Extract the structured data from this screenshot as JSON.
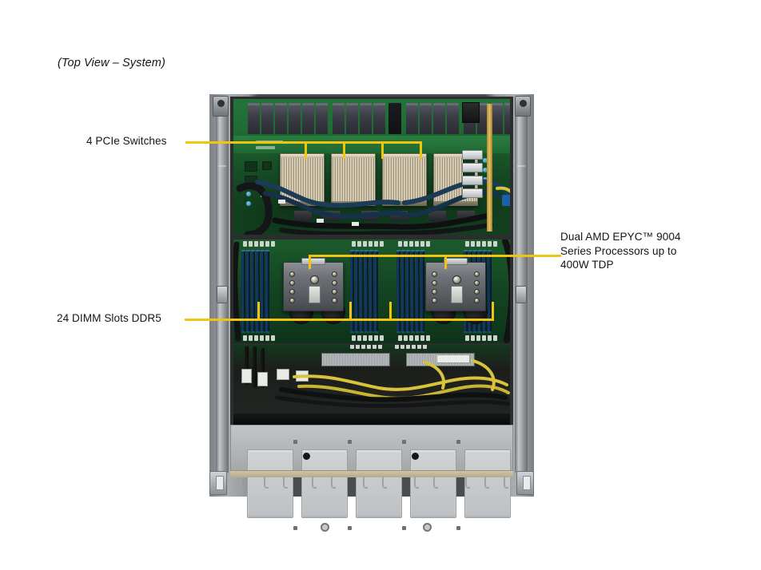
{
  "page": {
    "title": "(Top View – System)",
    "background_color": "#ffffff",
    "text_color": "#161616",
    "leader_color": "#f1c40f"
  },
  "callouts": [
    {
      "id": "pcie-switches",
      "label": "4 PCIe Switches",
      "side": "left",
      "target": "pcie-switch-heatsinks",
      "tick_count": 4
    },
    {
      "id": "dimm-slots",
      "label": "24 DIMM Slots DDR5",
      "side": "left",
      "target": "dimm-banks",
      "tick_count": 4
    },
    {
      "id": "cpu-processors",
      "label_lines": [
        "Dual AMD EPYC™ 9004",
        "Series Processors up to",
        "400W TDP"
      ],
      "side": "right",
      "target": "cpu-heatsinks",
      "tick_count": 2
    }
  ],
  "system": {
    "name": "2U rackmount server chassis — top view, cover removed",
    "chassis_color": "#8e9194",
    "zones": [
      {
        "id": "pcie-board-zone",
        "name": "PCIe switch board",
        "pcb_color": "#1d6430",
        "components": {
          "connector_banks": 4,
          "pcie_switch_heatsinks": 4,
          "heatsink_color": "#cbbfa4"
        }
      },
      {
        "id": "cpu-memory-zone",
        "name": "CPU and memory zone",
        "components": {
          "cpu_heatsinks": 2,
          "cpu_heatsink_color": "#6e7277",
          "dimm_banks": 4,
          "dimm_total": 24,
          "dimm_color": "#17406c"
        }
      },
      {
        "id": "cable-zone",
        "name": "Power and data cable routing",
        "components": {
          "power_cable_color": "#d8c33a",
          "data_cable_color": "#121412",
          "heatsink_strips": 2
        }
      },
      {
        "id": "front-panel-zone",
        "name": "Front drive backplane panel",
        "panel_color": "#b4b8bb",
        "components": {
          "recessed_pockets": 5,
          "clip_count": 8,
          "hook_tabs": 12,
          "rack_ears": 2
        }
      }
    ]
  }
}
